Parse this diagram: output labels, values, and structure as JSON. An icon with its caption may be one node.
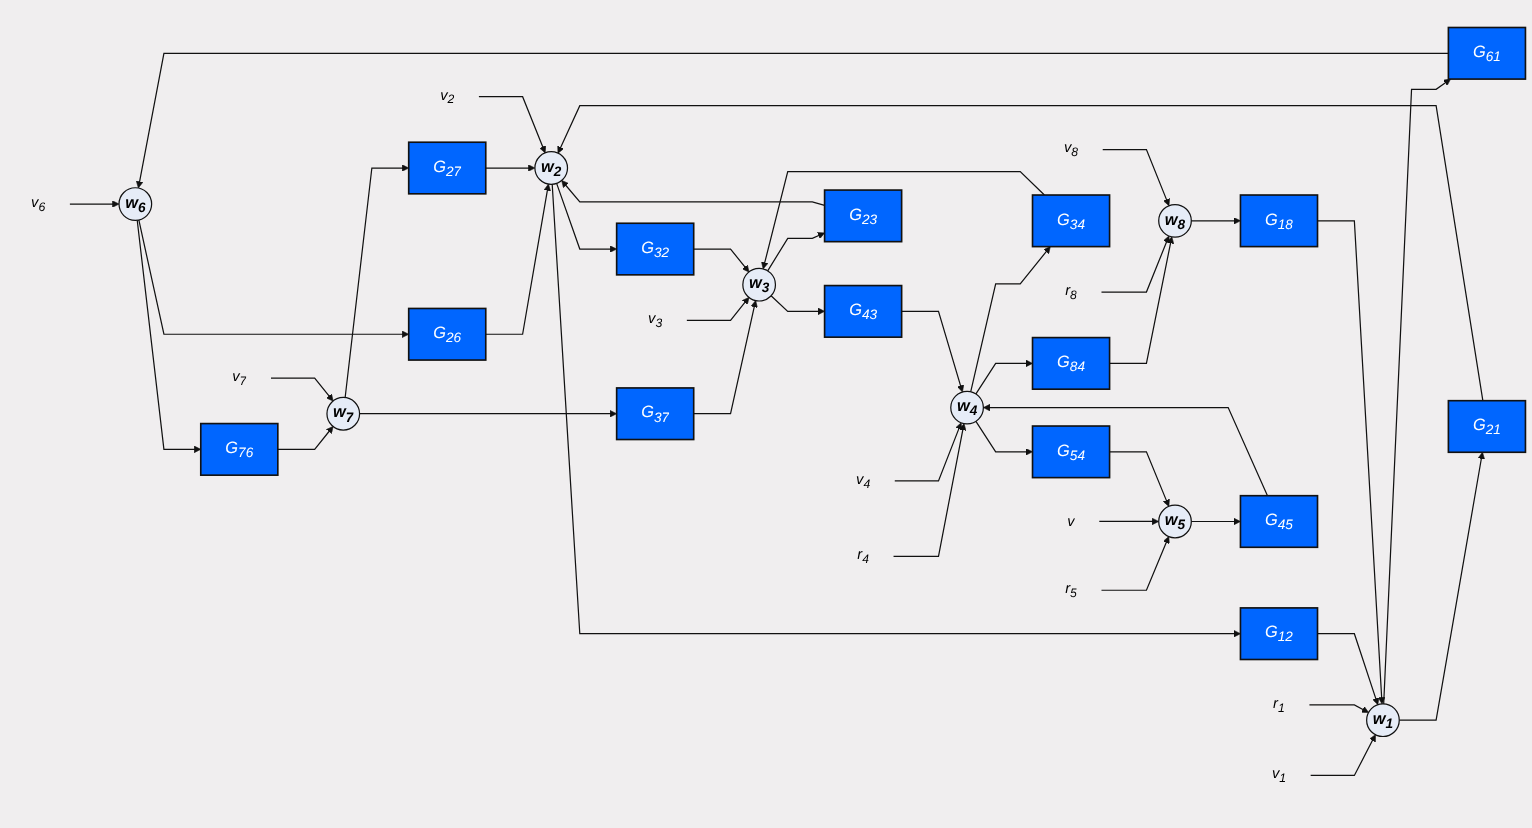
{
  "diagram": {
    "nodes": [
      {
        "text": [
          "v$_{6}$"
        ]
      },
      {
        "text": [
          "v$_{7}$"
        ]
      },
      {
        "text": [
          "w$_{6}$"
        ]
      },
      {
        "text": [
          "G$_{76}$"
        ]
      },
      {
        "text": [
          "w$_{7}$"
        ]
      },
      {
        "text": [
          "G$_{61}$"
        ]
      },
      {
        "text": [
          "G$_{26}$"
        ]
      },
      {
        "text": [
          "G$_{27}$"
        ]
      },
      {
        "text": [
          "G$_{37}$"
        ]
      },
      {
        "text": [
          "v$_{1}$"
        ]
      },
      {
        "text": [
          "v$_{2}$"
        ]
      },
      {
        "text": [
          "v$_{3}$"
        ]
      },
      {
        "text": [
          "r$_{4}$"
        ]
      },
      {
        "text": [
          "v$_{4}$"
        ]
      },
      {
        "text": [
          "r$_{5}$"
        ]
      },
      {
        "text": [
          "v"
        ]
      },
      {
        "text": [
          "r$_{1}$"
        ]
      },
      {
        "text": [
          "w$_{1}$"
        ]
      },
      {
        "text": [
          "G$_{21}$"
        ]
      },
      {
        "text": [
          "w$_{2}$"
        ]
      },
      {
        "text": [
          "G$_{32}$"
        ]
      },
      {
        "text": [
          "w$_{3}$"
        ]
      },
      {
        "text": [
          "G$_{43}$"
        ]
      },
      {
        "text": [
          "w$_{4}$"
        ]
      },
      {
        "text": [
          "G$_{54}$"
        ]
      },
      {
        "text": [
          "w$_{5}$"
        ]
      },
      {
        "text": [
          "G$_{12}$"
        ]
      },
      {
        "text": [
          "G$_{23}$"
        ]
      },
      {
        "text": [
          "G$_{34}$"
        ]
      },
      {
        "text": [
          "G$_{45}$"
        ]
      },
      {
        "text": [
          "G$_{18}$"
        ]
      },
      {
        "text": [
          "w$_{8}$"
        ]
      },
      {
        "text": [
          "G$_{84}$"
        ]
      },
      {
        "text": [
          "r$_{8}$"
        ]
      },
      {
        "text": [
          "v$_{8}$"
        ]
      }
    ],
    "edges": [
      {
        "from": 0,
        "to": 2,
        "arrow": "to"
      },
      {
        "from": 2,
        "to": 3,
        "arrow": "to"
      },
      {
        "from": 3,
        "to": 4,
        "arrow": "to"
      },
      {
        "from": 1,
        "to": 4,
        "arrow": "to"
      },
      {
        "from": 2,
        "to": 6,
        "arrow": "to"
      },
      {
        "from": 6,
        "to": 19,
        "arrow": "to"
      },
      {
        "from": 4,
        "to": 7,
        "arrow": "to"
      },
      {
        "from": 7,
        "to": 19,
        "arrow": "to"
      },
      {
        "from": 4,
        "to": 8,
        "arrow": "to"
      },
      {
        "from": 8,
        "to": 21,
        "arrow": "to"
      },
      {
        "from": 17,
        "to": 5,
        "arrow": "to"
      },
      {
        "from": 5,
        "to": 2,
        "arrow": "to"
      },
      {
        "from": 9,
        "to": 17,
        "arrow": "to"
      },
      {
        "from": 10,
        "to": 19,
        "arrow": "to"
      },
      {
        "from": 11,
        "to": 21,
        "arrow": "to"
      },
      {
        "from": 12,
        "to": 23,
        "arrow": "to"
      },
      {
        "from": 13,
        "to": 23,
        "arrow": "to"
      },
      {
        "from": 14,
        "to": 25,
        "arrow": "to"
      },
      {
        "from": 15,
        "to": 25,
        "arrow": "to"
      },
      {
        "from": 16,
        "to": 17,
        "arrow": "to"
      },
      {
        "from": 17,
        "to": 18,
        "arrow": "to"
      },
      {
        "from": 18,
        "to": 19,
        "arrow": "to"
      },
      {
        "from": 19,
        "to": 20,
        "arrow": "to"
      },
      {
        "from": 20,
        "to": 21,
        "arrow": "to"
      },
      {
        "from": 21,
        "to": 22,
        "arrow": "to"
      },
      {
        "from": 22,
        "to": 23,
        "arrow": "to"
      },
      {
        "from": 23,
        "to": 24,
        "arrow": "to"
      },
      {
        "from": 24,
        "to": 25,
        "arrow": "to"
      },
      {
        "from": 25,
        "to": 29,
        "arrow": "to"
      },
      {
        "from": 29,
        "to": 23,
        "arrow": "to"
      },
      {
        "from": 23,
        "to": 28,
        "arrow": "to"
      },
      {
        "from": 28,
        "to": 21,
        "arrow": "to"
      },
      {
        "from": 21,
        "to": 27,
        "arrow": "to"
      },
      {
        "from": 27,
        "to": 19,
        "arrow": "to"
      },
      {
        "from": 19,
        "to": 26,
        "arrow": "to"
      },
      {
        "from": 26,
        "to": 17,
        "arrow": "to"
      },
      {
        "from": 23,
        "to": 32,
        "arrow": "to"
      },
      {
        "from": 32,
        "to": 31,
        "arrow": "to"
      },
      {
        "from": 31,
        "to": 30,
        "arrow": "to"
      },
      {
        "from": 30,
        "to": 17,
        "arrow": "to"
      },
      {
        "from": 33,
        "to": 31,
        "arrow": "to"
      },
      {
        "from": 34,
        "to": 31,
        "arrow": "to"
      }
    ]
  }
}
